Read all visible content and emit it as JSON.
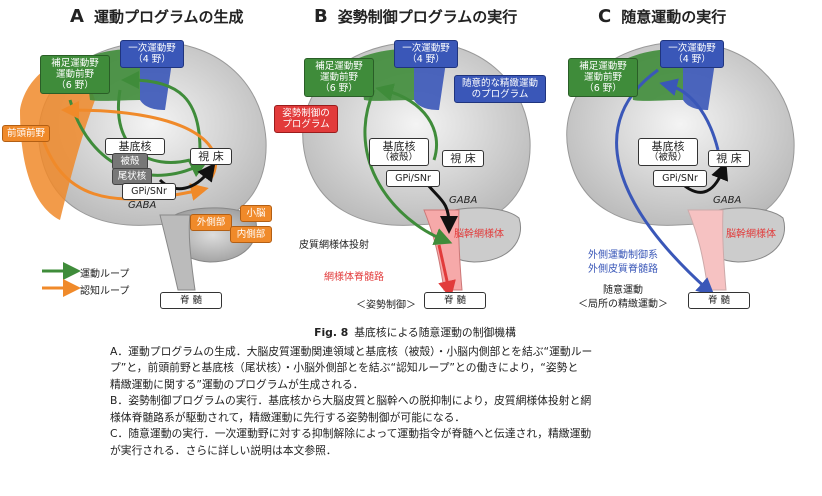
{
  "panels": [
    {
      "letter": "A",
      "title": "運動プログラムの生成",
      "labels": {
        "primary_motor": "一次運動野",
        "primary_motor_num": "（4 野）",
        "supplementary": "補足運動野",
        "premotor": "運動前野",
        "area6": "（6 野）",
        "prefrontal": "前頭前野",
        "basal_ganglia": "基底核",
        "putamen": "被殻",
        "caudate": "尾状核",
        "gpi": "GPi/SNr",
        "thalamus": "視 床",
        "gaba": "GABA",
        "cerebellum": "小脳",
        "lateral": "外側部",
        "medial": "内側部",
        "spinal": "脊 髄"
      },
      "legend": [
        {
          "label": "運動ループ",
          "color": "#3f8c3a"
        },
        {
          "label": "認知ループ",
          "color": "#f08a2a"
        }
      ]
    },
    {
      "letter": "B",
      "title": "姿勢制御プログラムの実行",
      "labels": {
        "primary_motor": "一次運動野",
        "primary_motor_num": "（4 野）",
        "supplementary": "補足運動野",
        "premotor": "運動前野",
        "area6": "（6 野）",
        "voluntary_program": "随意的な精緻運動",
        "voluntary_program2": "のプログラム",
        "posture_program": "姿勢制御の",
        "posture_program2": "プログラム",
        "basal_ganglia": "基底核",
        "basal_sub": "（被殻）",
        "gpi": "GPi/SNr",
        "thalamus": "視 床",
        "gaba": "GABA",
        "brainstem": "脳幹網様体",
        "cortico_reticular": "皮質網様体投射",
        "reticulospinal": "網様体脊髄路",
        "spinal": "脊 髄",
        "bottom": "＜姿勢制御＞"
      }
    },
    {
      "letter": "C",
      "title": "随意運動の実行",
      "labels": {
        "primary_motor": "一次運動野",
        "primary_motor_num": "（4 野）",
        "supplementary": "補足運動野",
        "premotor": "運動前野",
        "area6": "（6 野）",
        "basal_ganglia": "基底核",
        "basal_sub": "（被殻）",
        "gpi": "GPi/SNr",
        "thalamus": "視 床",
        "gaba": "GABA",
        "brainstem": "脳幹網様体",
        "lat_cst": "外側運動制御系",
        "lat_cst2": "外側皮質脊髄路",
        "voluntary": "随意運動",
        "voluntary2": "＜局所の精緻運動＞",
        "spinal": "脊 髄"
      }
    }
  ],
  "caption": {
    "fig": "Fig. 8",
    "title": "基底核による随意運動の制御機構",
    "lines": [
      "A．運動プログラムの生成．大脳皮質運動関連領域と基底核（被殻）・小脳内側部とを結ぶ“運動ルー",
      "プ”と，前頭前野と基底核（尾状核）・小脳外側部とを結ぶ“認知ループ”との働きにより，“姿勢と",
      "精緻運動に関する”運動のプログラムが生成される．",
      "B．姿勢制御プログラムの実行．基底核から大脳皮質と脳幹への脱抑制により，皮質網様体投射と網",
      "様体脊髄路系が駆動されて，精緻運動に先行する姿勢制御が可能になる．",
      "C．随意運動の実行．一次運動野に対する抑制解除によって運動指令が脊髄へと伝達され，精緻運動",
      "が実行される．さらに詳しい説明は本文参照．"
    ]
  }
}
